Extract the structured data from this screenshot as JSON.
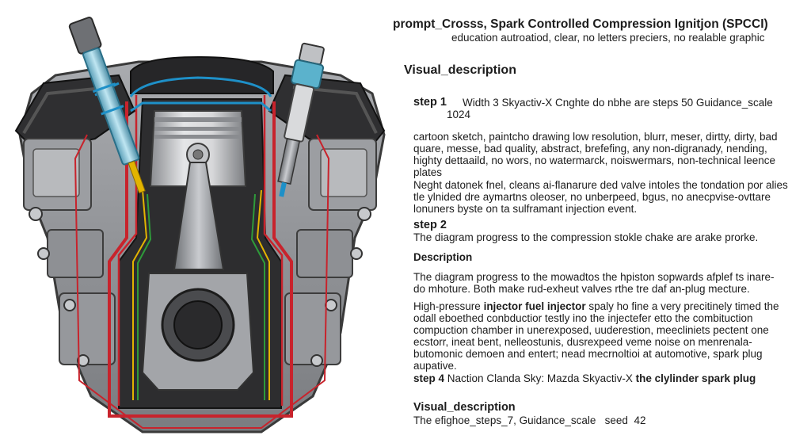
{
  "panel": {
    "title": "prompt_Crosss, Spark Controlled Compression Ignitjon (SPCCI)",
    "subtitle": "education autroatiod, clear, no letters preciers, no realable graphic",
    "visual_description_heading": "Visual_description",
    "step1": {
      "label": "step 1",
      "text": "Width 3 Skyactiv-X Cnghte do nbhe are steps 50 Guidance_scale",
      "value": "1024"
    },
    "negative_text": "cartoon sketch, paintcho drawing low resolution, blurr, meser, dirtty, dirty, bad quare, messe, bad quality, abstract, brefefing, any non-digranady, nending, highty dettaaild, no wors, no watermarck, noiswermars, non-technical leence plates",
    "night_text": "Neght datonek fnel, cleans ai-flanarure ded valve intoles the tondation por alies tle ylnided dre aymartns oleoser, no unberpeed, bgus, no anecpvise-ovttare lonuners byste on ta sulframant injection event.",
    "step2": {
      "label": "step 2",
      "text": "The diagram progress to the compression stokle chake are arake prorke."
    },
    "description_heading": "Description",
    "description_text": "The diagram progress to the mowadtos the hpiston sopwards afplef ts inare-do mhoture. Both make rud-exheut valves rthe tre daf an-plug mecture.",
    "injector_intro": "High-pressure",
    "injector_bold": "injector fuel injector",
    "injector_rest": " spaly ho fine a very precitinely timed the odall eboethed conbductior testly ino the injectefer etto the combituction compuction chamber in unerexposed, uuderestion, meecliniets pectent one ecstorr, ineat bent, nelleostunis, dusrexpeed veme noise on menrenala-butomonic demoen and entert; nead mecrnoltioi at automotive, spark plug aupative.",
    "step4": {
      "label": "step 4",
      "text_prefix": "Naction Clanda Sky: Mazda Skyactiv-X ",
      "text_bold": "the clylinder spark plug"
    },
    "visual_description_2_heading": "Visual_description",
    "footer_text": "The efighoe_steps_7, Guidance_scale   seed  42"
  },
  "colors": {
    "engine_dark": "#2b2b2b",
    "engine_gray": "#8d8f93",
    "coolant_blue": "#1e90c8",
    "oil_red": "#c8232c",
    "wire_yellow": "#e2b400",
    "wire_green": "#2e9b3a"
  },
  "icons": {
    "left_injector": "fuel-injector-icon",
    "right_spark_plug": "spark-plug-icon"
  }
}
